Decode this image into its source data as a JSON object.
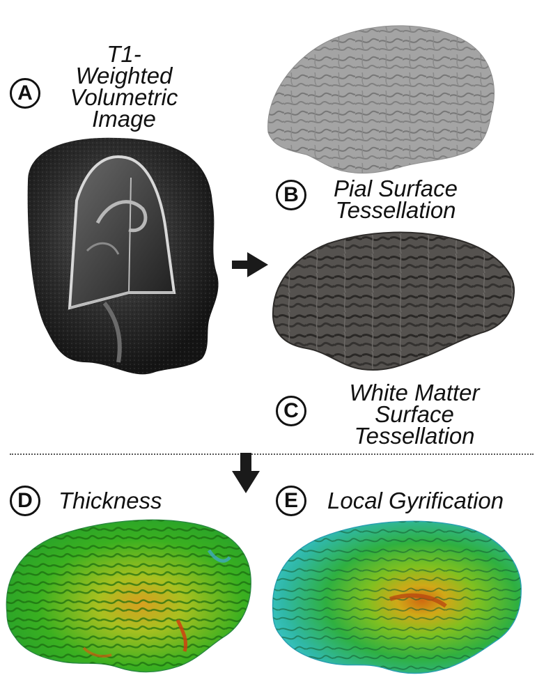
{
  "panels": {
    "a": {
      "letter": "A",
      "caption": [
        "T1-",
        "Weighted",
        "Volumetric",
        "Image"
      ]
    },
    "b": {
      "letter": "B",
      "caption": [
        "Pial Surface",
        "Tessellation"
      ]
    },
    "c": {
      "letter": "C",
      "caption": [
        "White Matter",
        "Surface",
        "Tessellation"
      ]
    },
    "d": {
      "letter": "D",
      "caption": "Thickness"
    },
    "e": {
      "letter": "E",
      "caption": "Local Gyrification"
    }
  },
  "colors": {
    "pial_surface": "#9c9c9c",
    "white_matter": "#4a4845",
    "thickness_base": "#3ab020",
    "gyrification_base": "#2fc0c8",
    "hot": "#d04010",
    "arrow": "#1a1a1a"
  }
}
